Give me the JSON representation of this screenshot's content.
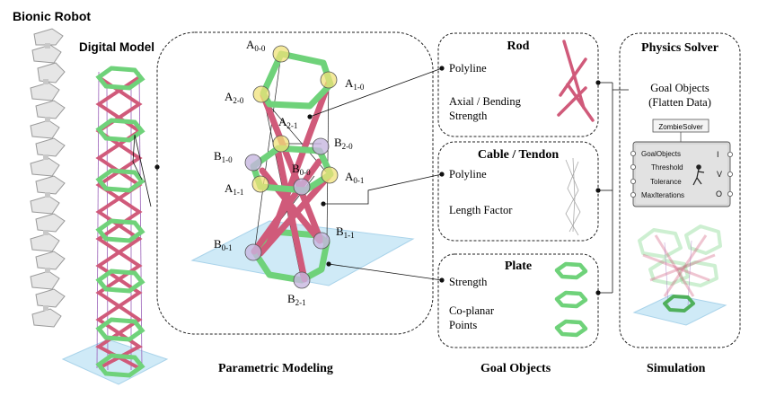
{
  "labels": {
    "bionic_robot": "Bionic Robot",
    "digital_model": "Digital Model",
    "parametric_modeling": "Parametric Modeling",
    "goal_objects": "Goal Objects",
    "simulation": "Simulation"
  },
  "nodes": {
    "A00": "A",
    "A00_sub": "0-0",
    "A10": "A",
    "A10_sub": "1-0",
    "A20": "A",
    "A20_sub": "2-0",
    "A21": "A",
    "A21_sub": "2-1",
    "B10": "B",
    "B10_sub": "1-0",
    "B20": "B",
    "B20_sub": "2-0",
    "B00": "B",
    "B00_sub": "0-0",
    "A11": "A",
    "A11_sub": "1-1",
    "A01": "A",
    "A01_sub": "0-1",
    "B01": "B",
    "B01_sub": "0-1",
    "B11": "B",
    "B11_sub": "1-1",
    "B21": "B",
    "B21_sub": "2-1"
  },
  "rod": {
    "title": "Rod",
    "param1": "Polyline",
    "param2a": "Axial / Bending",
    "param2b": "Strength"
  },
  "cable": {
    "title": "Cable / Tendon",
    "param1": "Polyline",
    "param2": "Length Factor"
  },
  "plate": {
    "title": "Plate",
    "param1": "Strength",
    "param2a": "Co-planar",
    "param2b": "Points"
  },
  "solver": {
    "title": "Physics Solver",
    "goal_line1": "Goal Objects",
    "goal_line2": "(Flatten Data)",
    "component_name": "ZombieSolver",
    "inputs": [
      "GoalObjects",
      "Threshold",
      "Tolerance",
      "MaxIterations"
    ],
    "outputs": [
      "I",
      "V",
      "O"
    ]
  },
  "colors": {
    "rod": "#d05a7a",
    "plate": "#6fd27a",
    "plate_dark": "#4fb05c",
    "base": "#cfeaf7",
    "cable": "#9a60b8",
    "node_a": "#f0e27a",
    "node_b": "#c7b6e0"
  }
}
